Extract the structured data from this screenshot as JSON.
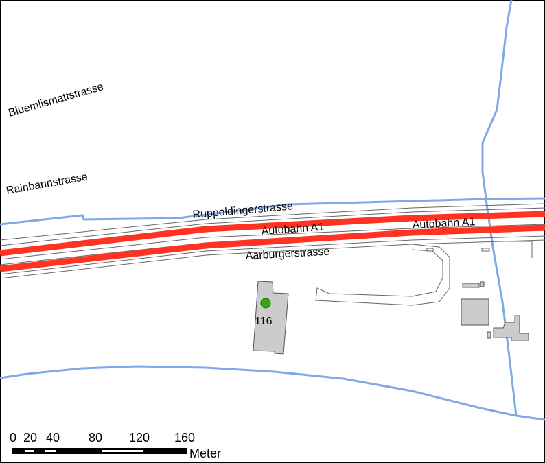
{
  "map": {
    "street_labels": {
      "bluemlismatt": "Blüemlismattstrasse",
      "rainbann": "Rainbannstrasse",
      "ruppoldinger": "Ruppoldingerstrasse",
      "autobahn_a": "Autobahn A1",
      "autobahn_b": "Autobahn A1",
      "aarburger": "Aarburgerstrasse"
    },
    "point": {
      "label": "116",
      "color": "#33aa11"
    },
    "scale_bar": {
      "ticks": [
        "0",
        "20",
        "40",
        "80",
        "120",
        "160"
      ],
      "unit": "Meter"
    },
    "colors": {
      "highway": "#ff3322",
      "water": "#7fa8e8",
      "building": "#cccccc",
      "road": "#666666"
    }
  }
}
